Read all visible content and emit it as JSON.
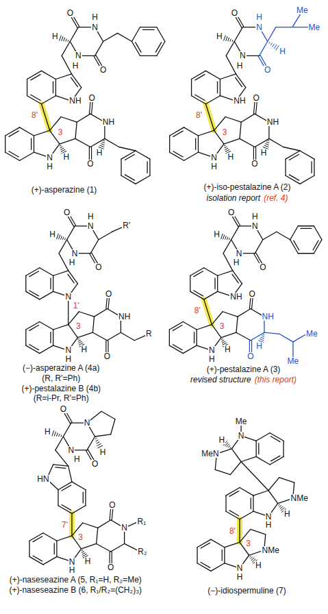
{
  "diagram": {
    "labels": [
      "O",
      "N",
      "H",
      "H",
      "O",
      "N",
      "H",
      "NH",
      "8'",
      "3",
      "O",
      "NH",
      "H",
      "O",
      "N",
      "H",
      "H",
      "(+)-asperazine (1)",
      "O",
      "N",
      "H",
      "H",
      "O",
      "N",
      "H",
      "NH",
      "8'",
      "3",
      "O",
      "NH",
      "H",
      "O",
      "N",
      "H",
      "H",
      "H",
      "Me",
      "Me",
      "(+)-iso-pestalazine A (2)",
      "isolation report",
      "(ref. 4)",
      "O",
      "N",
      "H",
      "H",
      "O",
      "N",
      "H",
      "N",
      "1'",
      "3",
      "O",
      "NH",
      "O",
      "N",
      "H",
      "H",
      "R'",
      "R",
      "(−)-asperazine A (4a)",
      "(R, R'=Ph)",
      "(+)-pestalazine B (4b)",
      "(R=i-Pr, R'=Ph)",
      "O",
      "N",
      "H",
      "H",
      "O",
      "N",
      "H",
      "NH",
      "8'",
      "3",
      "O",
      "NH",
      "H",
      "O",
      "N",
      "H",
      "H",
      "Me",
      "Me",
      "(+)-pestalazine A (3)",
      "revised structure",
      "(this report)",
      "O",
      "N",
      "H",
      "H",
      "O",
      "N",
      "H",
      "HN",
      "7'",
      "3",
      "O",
      "N",
      "R₁",
      "R₂",
      "O",
      "N",
      "H",
      "H",
      "(+)-naseseazine A (5, R₁=H, R₂=Me)",
      "(+)-naseseazine B (6, R₁/R₂=(CH₂)₃)",
      "Me",
      "N",
      "H",
      "MeN",
      "NMe",
      "H",
      "N",
      "H",
      "8'",
      "3",
      "NMe",
      "H",
      "N",
      "H",
      "(−)-idiospermuline (7)"
    ]
  }
}
